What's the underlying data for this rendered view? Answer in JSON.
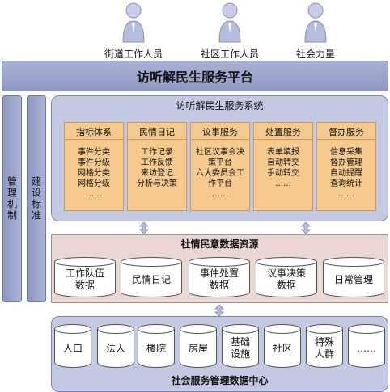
{
  "users": [
    {
      "label": "街道工作人员"
    },
    {
      "label": "社区工作人员"
    },
    {
      "label": "社会力量"
    }
  ],
  "platform": {
    "title": "访听解民生服务平台"
  },
  "side_bars": [
    {
      "label": "管理机制"
    },
    {
      "label": "建设标准"
    }
  ],
  "system": {
    "title": "访听解民生服务系统",
    "modules": [
      {
        "title": "指标体系",
        "items": [
          "事件分类",
          "事件分级",
          "网格分类",
          "网格分级",
          "……"
        ]
      },
      {
        "title": "民情日记",
        "items": [
          "工作记录",
          "工作反馈",
          "来访登记",
          "分析与决策"
        ]
      },
      {
        "title": "议事服务",
        "items": [
          "社区议事会决",
          "策平台",
          "六大委员会工",
          "作平台",
          "……"
        ]
      },
      {
        "title": "处置服务",
        "items": [
          "表单填报",
          "自动转交",
          "手动转交",
          "……"
        ]
      },
      {
        "title": "督办服务",
        "items": [
          "信息采集",
          "督办管理",
          "自动提醒",
          "查询统计",
          "……"
        ]
      }
    ]
  },
  "resources": {
    "title": "社情民意数据资源",
    "items": [
      {
        "label": "工作队伍\n数据"
      },
      {
        "label": "民情日记"
      },
      {
        "label": "事件处置\n数据"
      },
      {
        "label": "议事决策\n数据"
      },
      {
        "label": "日常管理"
      }
    ]
  },
  "center": {
    "title": "社会服务管理数据中心",
    "items": [
      {
        "label": "人口"
      },
      {
        "label": "法人"
      },
      {
        "label": "楼院"
      },
      {
        "label": "房屋"
      },
      {
        "label": "基础\n设施"
      },
      {
        "label": "社区"
      },
      {
        "label": "特殊\n人群"
      },
      {
        "label": "……"
      }
    ]
  },
  "colors": {
    "platform": "#a9b1d3",
    "module_fill": "#f6c98e",
    "resource_fill": "#ead7d4",
    "system_fill": "#c4c9e3",
    "cylinder_fill": "#ffffff"
  }
}
